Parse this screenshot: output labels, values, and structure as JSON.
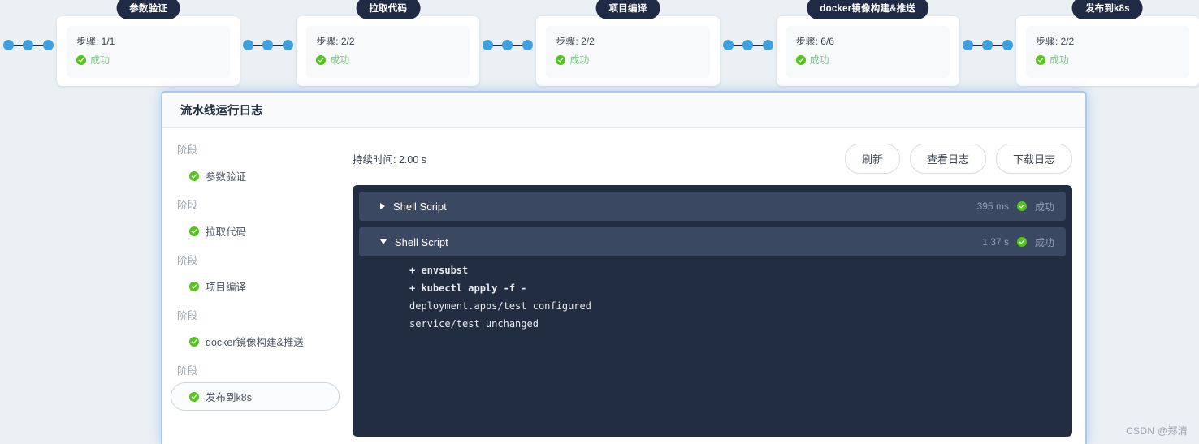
{
  "theme": {
    "page_bg": "#eaf0f4",
    "pill_bg": "#1f2a44",
    "success_green": "#52c41a",
    "status_text_green": "#7fc48a",
    "console_bg": "#222d42",
    "console_row_bg": "#3b4862",
    "connector_dot": "#3fa0dd",
    "dialog_border": "#a8c8f0"
  },
  "pipeline": {
    "stages": [
      {
        "name": "参数验证",
        "steps_label": "步骤: 1/1",
        "status": "成功",
        "status_icon": "check-circle-icon"
      },
      {
        "name": "拉取代码",
        "steps_label": "步骤: 2/2",
        "status": "成功",
        "status_icon": "check-circle-icon"
      },
      {
        "name": "项目编译",
        "steps_label": "步骤: 2/2",
        "status": "成功",
        "status_icon": "check-circle-icon"
      },
      {
        "name": "docker镜像构建&推送",
        "steps_label": "步骤: 6/6",
        "status": "成功",
        "status_icon": "check-circle-icon"
      },
      {
        "name": "发布到k8s",
        "steps_label": "步骤: 2/2",
        "status": "成功",
        "status_icon": "check-circle-icon"
      }
    ]
  },
  "dialog": {
    "title": "流水线运行日志",
    "sidebar": {
      "group_label": "阶段",
      "items": [
        {
          "label": "参数验证",
          "selected": false
        },
        {
          "label": "拉取代码",
          "selected": false
        },
        {
          "label": "项目编译",
          "selected": false
        },
        {
          "label": "docker镜像构建&推送",
          "selected": false
        },
        {
          "label": "发布到k8s",
          "selected": true
        }
      ]
    },
    "toolbar": {
      "duration_text": "持续时间: 2.00 s",
      "refresh_label": "刷新",
      "view_log_label": "查看日志",
      "download_log_label": "下载日志"
    },
    "console": {
      "steps": [
        {
          "name": "Shell Script",
          "expanded": false,
          "time": "395 ms",
          "status": "成功",
          "lines": []
        },
        {
          "name": "Shell Script",
          "expanded": true,
          "time": "1.37 s",
          "status": "成功",
          "lines": [
            {
              "text": "+ envsubst",
              "cmd": true
            },
            {
              "text": "+ kubectl apply -f -",
              "cmd": true
            },
            {
              "text": "deployment.apps/test configured",
              "cmd": false
            },
            {
              "text": "service/test unchanged",
              "cmd": false
            }
          ]
        }
      ]
    }
  },
  "watermark": "CSDN @郑清"
}
